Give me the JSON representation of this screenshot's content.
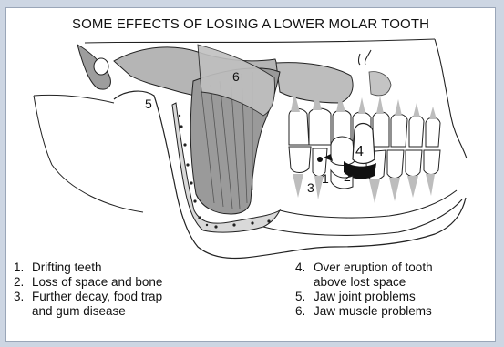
{
  "title": "SOME EFFECTS OF LOSING A LOWER MOLAR TOOTH",
  "diagram_labels": {
    "l1": "1",
    "l2": "2",
    "l3": "3",
    "l4": "4",
    "l5": "5",
    "l6": "6"
  },
  "legend_left": [
    {
      "num": "1.",
      "lines": [
        "Drifting teeth"
      ]
    },
    {
      "num": "2.",
      "lines": [
        "Loss of space and bone"
      ]
    },
    {
      "num": "3.",
      "lines": [
        "Further decay, food trap",
        "and gum disease"
      ]
    }
  ],
  "legend_right": [
    {
      "num": "4.",
      "lines": [
        "Over eruption of tooth",
        "above lost space"
      ]
    },
    {
      "num": "5.",
      "lines": [
        "Jaw joint problems"
      ]
    },
    {
      "num": "6.",
      "lines": [
        "Jaw muscle problems"
      ]
    }
  ],
  "colors": {
    "background": "#cdd6e3",
    "panel": "#ffffff",
    "bone_grey": "#b5b5b5",
    "muscle_grey": "#8f8f8f",
    "outline": "#222222"
  }
}
